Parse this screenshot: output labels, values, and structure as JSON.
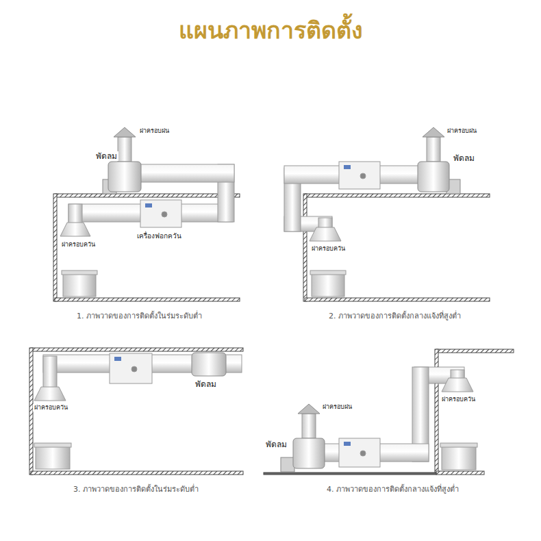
{
  "diagram": {
    "title": "แผนภาพการติดตั้ง",
    "labels": [
      "ฝาครอบฝน",
      "พัดลม",
      "ฝาครอบควัน",
      "เครื่องฟอกควัน",
      "1. ภาพวาดของการติดตั้งในร่มระดับต่ำ",
      "ฝาครอบฝน",
      "พัดลม",
      "ฝาครอบควัน",
      "2. ภาพวาดของการติดตั้งกลางแจ้งที่สูงต่ำ",
      "ฝาครอบควัน",
      "พัดลม",
      "3. ภาพวาดของการติดตั้งในร่มระดับต่ำ",
      "ฝาครอบฝน",
      "พัดลม",
      "ฝาครอบควัน",
      "4. ภาพวาดของการติดตั้งกลางแจ้งที่สูงต่ำ"
    ]
  }
}
